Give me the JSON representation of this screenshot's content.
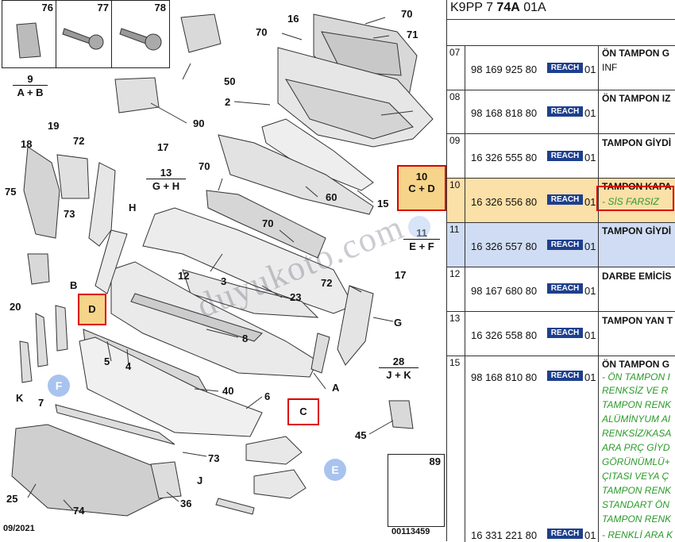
{
  "diagram": {
    "date_code": "09/2021",
    "drawing_code": "00113459",
    "watermark": "duyukoto.com",
    "callouts": [
      "76",
      "77",
      "78",
      "16",
      "70",
      "71",
      "70",
      "50",
      "9",
      "2",
      "90",
      "19",
      "72",
      "17",
      "18",
      "13",
      "70",
      "10",
      "60",
      "15",
      "75",
      "73",
      "H",
      "70",
      "11",
      "12",
      "3",
      "B",
      "23",
      "72",
      "17",
      "20",
      "D",
      "G",
      "8",
      "5",
      "4",
      "28",
      "F",
      "40",
      "6",
      "7",
      "K",
      "C",
      "A",
      "45",
      "73",
      "E",
      "25",
      "J",
      "36",
      "74",
      "89"
    ],
    "groups": [
      {
        "num": "9",
        "var": "A + B"
      },
      {
        "num": "13",
        "var": "G + H"
      },
      {
        "num": "28",
        "var": "J + K"
      }
    ],
    "highlighted": [
      {
        "num": "10",
        "var": "C + D"
      },
      {
        "label": "D"
      },
      {
        "label": "C"
      }
    ],
    "bubbles": [
      "F",
      "E"
    ],
    "blue_group": {
      "num": "11",
      "var": "E + F"
    }
  },
  "table": {
    "reference_prefix": "K9PP 7 ",
    "reference_bold": "74A",
    "reference_suffix": " 01A",
    "reach_label": "REACH",
    "rows": [
      {
        "idx": "07",
        "pn": "98 169 925 80",
        "qty": "01",
        "desc": "ÖN TAMPON G",
        "sub": [
          "INF"
        ]
      },
      {
        "idx": "08",
        "pn": "98 168 818 80",
        "qty": "01",
        "desc": "ÖN TAMPON IZ",
        "sub": []
      },
      {
        "idx": "09",
        "pn": "16 326 555 80",
        "qty": "01",
        "desc": "TAMPON GİYDİ",
        "sub": []
      },
      {
        "idx": "10",
        "pn": "16 326 556 80",
        "qty": "01",
        "desc": "TAMPON KAPA",
        "sub": [
          "- SİS FARSIZ"
        ]
      },
      {
        "idx": "11",
        "pn": "16 326 557 80",
        "qty": "01",
        "desc": "TAMPON GİYDİ",
        "sub": []
      },
      {
        "idx": "12",
        "pn": "98 167 680 80",
        "qty": "01",
        "desc": "DARBE EMİCİS",
        "sub": []
      },
      {
        "idx": "13",
        "pn": "16 326 558 80",
        "qty": "01",
        "desc": "TAMPON YAN T",
        "sub": []
      },
      {
        "idx": "15",
        "pn": "98 168 810 80",
        "qty": "01",
        "desc": "ÖN TAMPON G",
        "sub": [
          "- ÖN TAMPON I",
          "RENKSİZ VE R",
          "TAMPON RENK",
          "ALÜMİNYUM AI",
          "RENKSİZ/KASA",
          "ARA PRÇ GİYD",
          "GÖRÜNÜMLÜ+",
          "ÇITASI VEYA Ç",
          "TAMPON RENK",
          "STANDART ÖN",
          "TAMPON RENK"
        ]
      },
      {
        "idx": "",
        "pn": "16 331 221 80",
        "qty": "01",
        "desc": "",
        "sub": [
          "- RENKLİ ARA K"
        ]
      }
    ]
  }
}
